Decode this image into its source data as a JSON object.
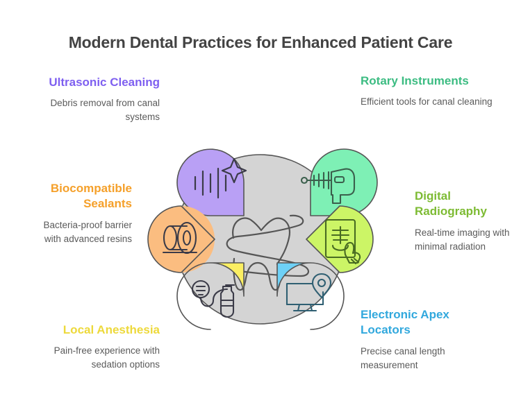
{
  "header": {
    "title": "Modern Dental Practices for Enhanced Patient Care",
    "title_color": "#434343"
  },
  "center": {
    "icon": "tooth-icon",
    "circle_color": "#d4d4d4",
    "line_color": "#555555"
  },
  "items": [
    {
      "id": "ultrasonic-cleaning",
      "heading": "Ultrasonic Cleaning",
      "description": "Debris removal from canal systems",
      "color": "#7e5ff0",
      "fill": "#b9a0f5",
      "icon": "sound-wave-sparkle-icon",
      "position": "top-left"
    },
    {
      "id": "rotary-instruments",
      "heading": "Rotary Instruments",
      "description": "Efficient tools for canal cleaning",
      "color": "#3cbc82",
      "fill": "#7ef0b5",
      "icon": "dental-handpiece-icon",
      "position": "top-right"
    },
    {
      "id": "biocompatible-sealants",
      "heading": "Biocompatible Sealants",
      "description": "Bacteria-proof barrier with advanced resins",
      "color": "#f5a02a",
      "fill": "#fbbd80",
      "icon": "sealant-roll-icon",
      "position": "middle-left"
    },
    {
      "id": "digital-radiography",
      "heading": "Digital Radiography",
      "description": "Real-time imaging with minimal radiation",
      "color": "#7dbb33",
      "fill": "#ccf566",
      "icon": "xray-film-hand-icon",
      "position": "middle-right"
    },
    {
      "id": "local-anesthesia",
      "heading": "Local Anesthesia",
      "description": "Pain-free experience with sedation options",
      "color": "#edd93b",
      "fill": "#fbef62",
      "icon": "anesthesia-syringe-icon",
      "position": "bottom-left"
    },
    {
      "id": "electronic-apex-locators",
      "heading": "Electronic Apex Locators",
      "description": "Precise canal length measurement",
      "color": "#31a8dd",
      "fill": "#6ed1f7",
      "icon": "monitor-location-pin-icon",
      "position": "bottom-right"
    }
  ]
}
